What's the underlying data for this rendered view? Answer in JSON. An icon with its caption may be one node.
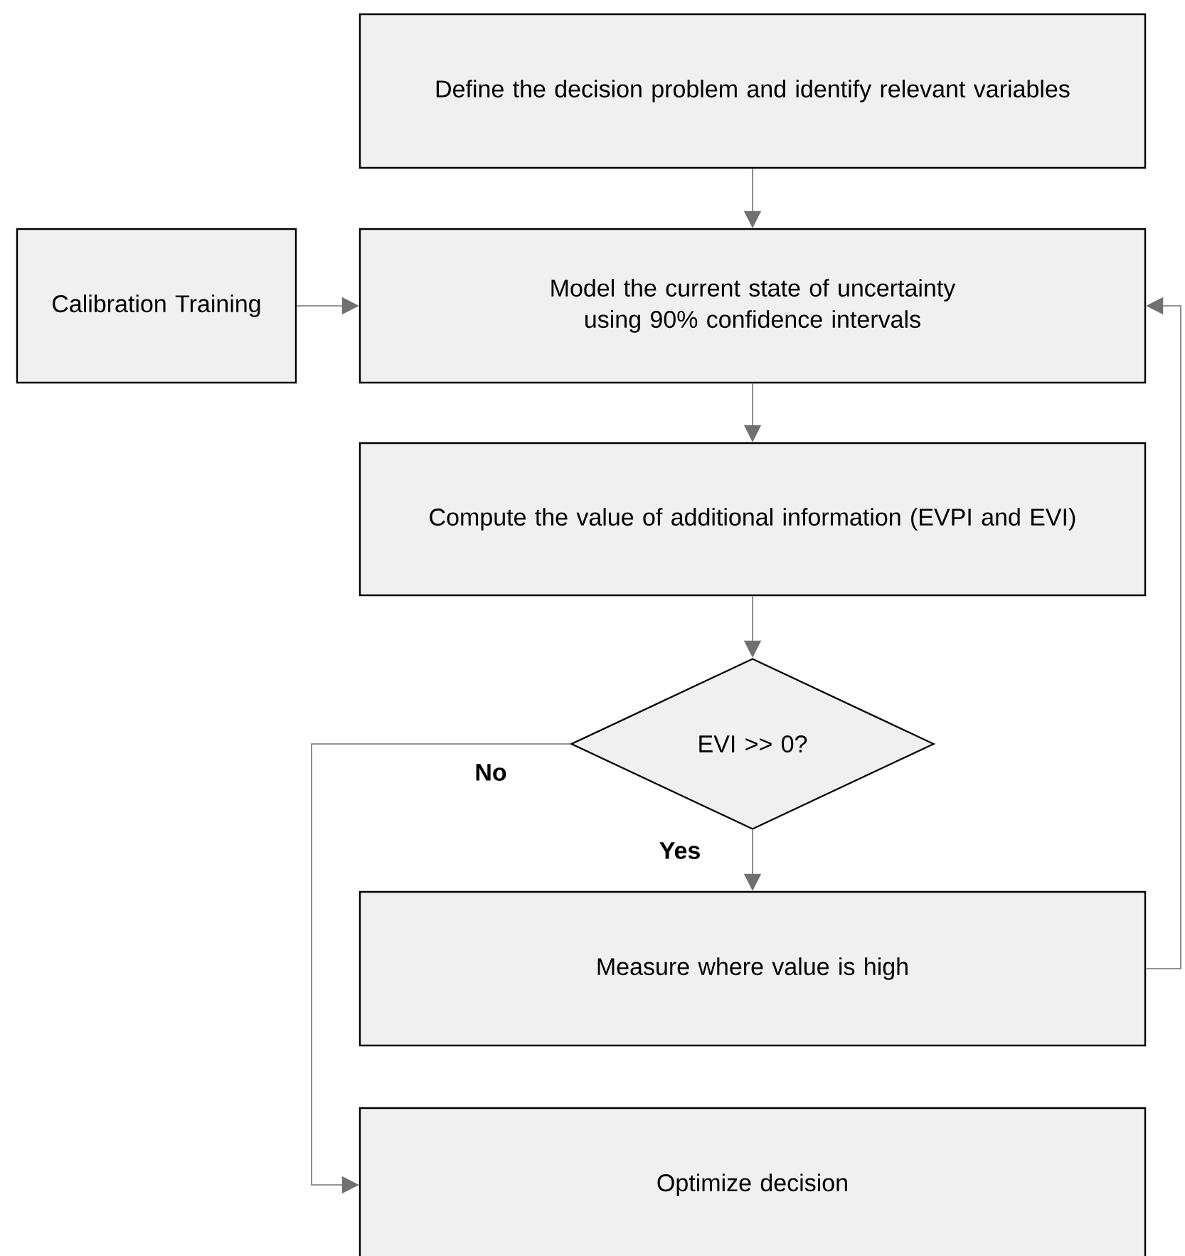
{
  "diagram": {
    "nodes": [
      {
        "text": [
          "Define the decision problem and identify relevant variables"
        ]
      },
      {
        "text": [
          "Calibration Training"
        ]
      },
      {
        "text": [
          "Model the current state of uncertainty using 90% confidence intervals"
        ]
      },
      {
        "text": [
          "Compute the value of additional information (EVPI and EVI)"
        ]
      },
      {
        "text": [
          "EVI >> 0?"
        ]
      },
      {
        "text": [
          "Measure where value is high"
        ]
      },
      {
        "text": [
          "Optimize decision"
        ]
      }
    ],
    "edges": [
      {
        "from": 0,
        "to": 2,
        "arrow": "to"
      },
      {
        "from": 1,
        "to": 2,
        "arrow": "to"
      },
      {
        "from": 2,
        "to": 3,
        "arrow": "to"
      },
      {
        "from": 3,
        "to": 4,
        "arrow": "to"
      },
      {
        "from": 4,
        "to": 5,
        "arrow": "to",
        "label": "Yes"
      },
      {
        "from": 4,
        "to": 6,
        "arrow": "to",
        "label": "No"
      },
      {
        "from": 5,
        "to": 2,
        "arrow": "to"
      }
    ]
  }
}
